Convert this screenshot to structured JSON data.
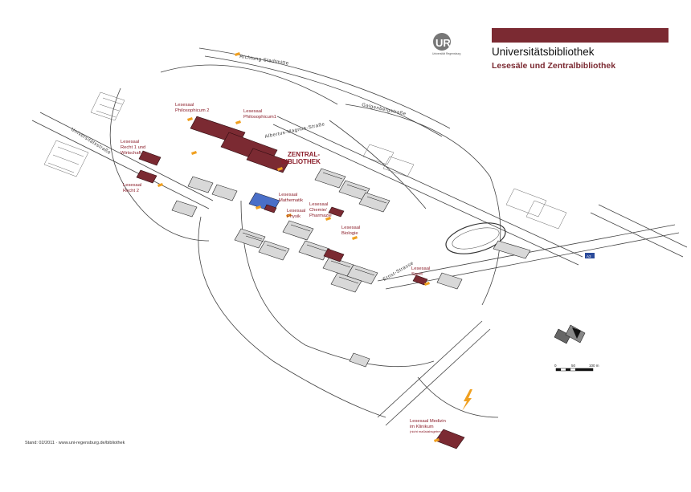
{
  "header": {
    "logo_text": "UR",
    "logo_caption": "Universität Regensburg",
    "title": "Universitätsbibliothek",
    "subtitle": "Lesesäle und Zentralbibliothek",
    "accent_color": "#7b2a32"
  },
  "roads": {
    "stadtmitte": "Richtung Stadtmitte",
    "galgenberg": "Galgenbergstraße",
    "universitaet": "Universitätsstraße",
    "albertus": "Albertus-Magnus-Straße",
    "ernst": "Ernst-Strasse",
    "highway": "A3"
  },
  "reading_rooms": [
    {
      "id": "phil2",
      "lines": [
        "Lesesaal",
        "Philosophicum 2"
      ]
    },
    {
      "id": "phil1",
      "lines": [
        "Lesesaal",
        "Philosophicum1"
      ]
    },
    {
      "id": "recht1",
      "lines": [
        "Lesesaal",
        "Recht 1 und",
        "Wirtschaft"
      ]
    },
    {
      "id": "recht2",
      "lines": [
        "Lesesaal",
        "Recht 2"
      ]
    },
    {
      "id": "zentral",
      "lines": [
        "ZENTRAL-",
        "BIBLIOTHEK"
      ]
    },
    {
      "id": "mathe",
      "lines": [
        "Lesesaal",
        "Mathematik"
      ]
    },
    {
      "id": "physik",
      "lines": [
        "Lesesaal",
        "Physik"
      ]
    },
    {
      "id": "chemie",
      "lines": [
        "Lesesaal",
        "Chemie/",
        "Pharmazie"
      ]
    },
    {
      "id": "biologie",
      "lines": [
        "Lesesaal",
        "Biologie"
      ]
    },
    {
      "id": "sport",
      "lines": [
        "Lesesaal",
        "Sport"
      ]
    },
    {
      "id": "medizin",
      "lines": [
        "Lesesaal Medizin",
        "im Klinikum",
        "(nicht maßstabsgetreu)"
      ]
    }
  ],
  "scale": {
    "zero": "0",
    "mid": "50",
    "max": "100 m"
  },
  "footer": "Stand: 02/2011 · www.uni-regensburg.de/bibliothek",
  "colors": {
    "building": "#7b2a32",
    "arrow": "#f0a020",
    "blue": "#4a6fc8"
  }
}
